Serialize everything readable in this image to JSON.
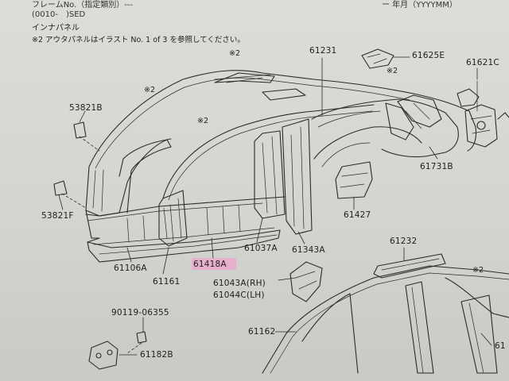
{
  "header": {
    "frame_label": "フレームNo.（指定類別）---",
    "model_code": "(0010-　)SED",
    "date_note": "ー 年月（YYYYMM）"
  },
  "section_title": "インナパネル",
  "note": "※2 アウタパネルはイラスト No. 1 of 3 を参照してください。",
  "parts": {
    "p61625E": "61625E",
    "p61231": "61231",
    "p61621C": "61621C",
    "p53821B": "53821B",
    "p53821F": "53821F",
    "p61731B": "61731B",
    "p61427": "61427",
    "p61106A": "61106A",
    "p61161": "61161",
    "p61418A": "61418A",
    "p61037A": "61037A",
    "p61343A": "61343A",
    "p61232": "61232",
    "p61043A": "61043A(RH)",
    "p61044C": "61044C(LH)",
    "p90119": "90119-06355",
    "p61182B": "61182B",
    "p61162": "61162",
    "p61": "61"
  },
  "star": "※2",
  "highlight_color": "#f59acb"
}
